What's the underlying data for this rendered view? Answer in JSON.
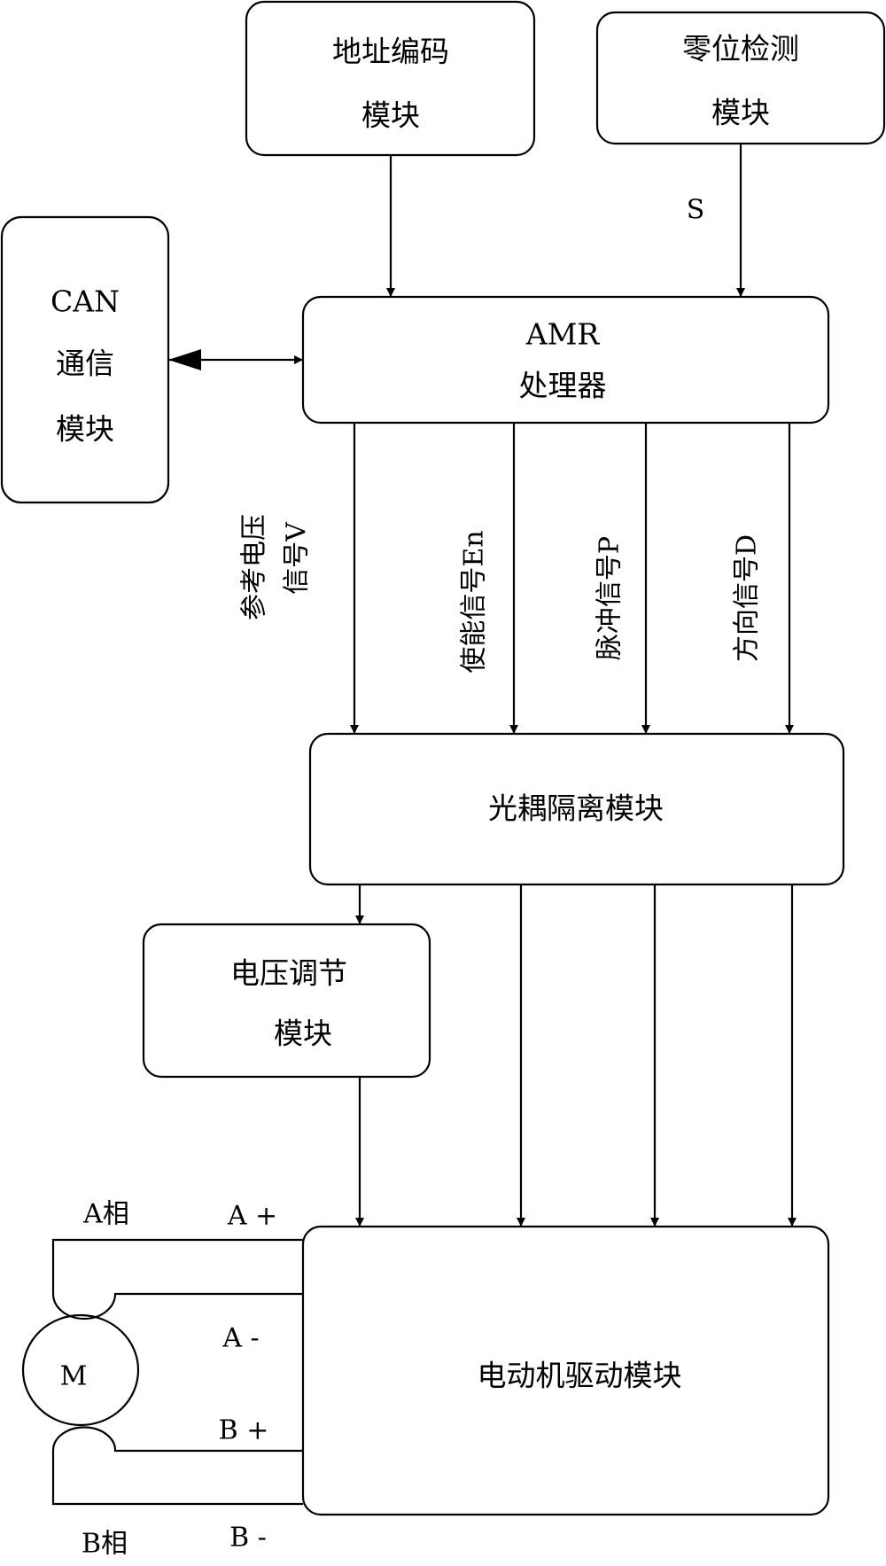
{
  "diagram": {
    "modules": {
      "address_encoding": {
        "line1": "地址编码",
        "line2": "模块"
      },
      "zero_detection": {
        "line1": "零位检测",
        "line2": "模块"
      },
      "can_comm": {
        "line1": "CAN",
        "line2": "通信",
        "line3": "模块"
      },
      "processor": {
        "line1": "AMR",
        "line2": "处理器"
      },
      "optocoupler": {
        "label": "光耦隔离模块"
      },
      "voltage_regulation": {
        "line1": "电压调节",
        "line2": "模块"
      },
      "motor_driver": {
        "label": "电动机驱动模块"
      },
      "motor": {
        "label": "M"
      }
    },
    "signals": {
      "zero_signal": "S",
      "reference_voltage_line1": "参考电压",
      "reference_voltage_line2": "信号V",
      "enable": "使能信号En",
      "pulse": "脉冲信号P",
      "direction": "方向信号D"
    },
    "terminals": {
      "phase_a": "A相",
      "phase_b": "B相",
      "a_plus": "A +",
      "a_minus": "A -",
      "b_plus": "B +",
      "b_minus": "B -"
    }
  }
}
